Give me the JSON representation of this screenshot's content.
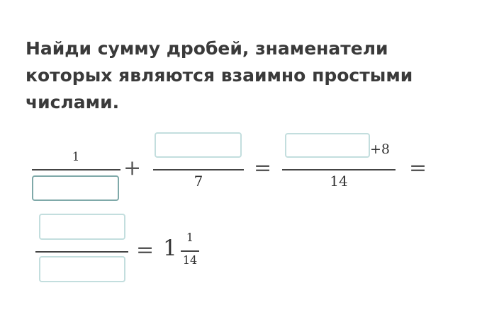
{
  "task": {
    "title_lines": [
      "Найди сумму дробей, знаменатели",
      "которых являются взаимно простыми",
      "числами."
    ]
  },
  "equation": {
    "frac1_numerator": "1",
    "plus": "+",
    "frac2_denominator": "7",
    "equals": "=",
    "frac3_numerator_suffix": "+8",
    "frac3_denominator": "14",
    "result_whole": "1",
    "result_numerator": "1",
    "result_denominator": "14"
  }
}
